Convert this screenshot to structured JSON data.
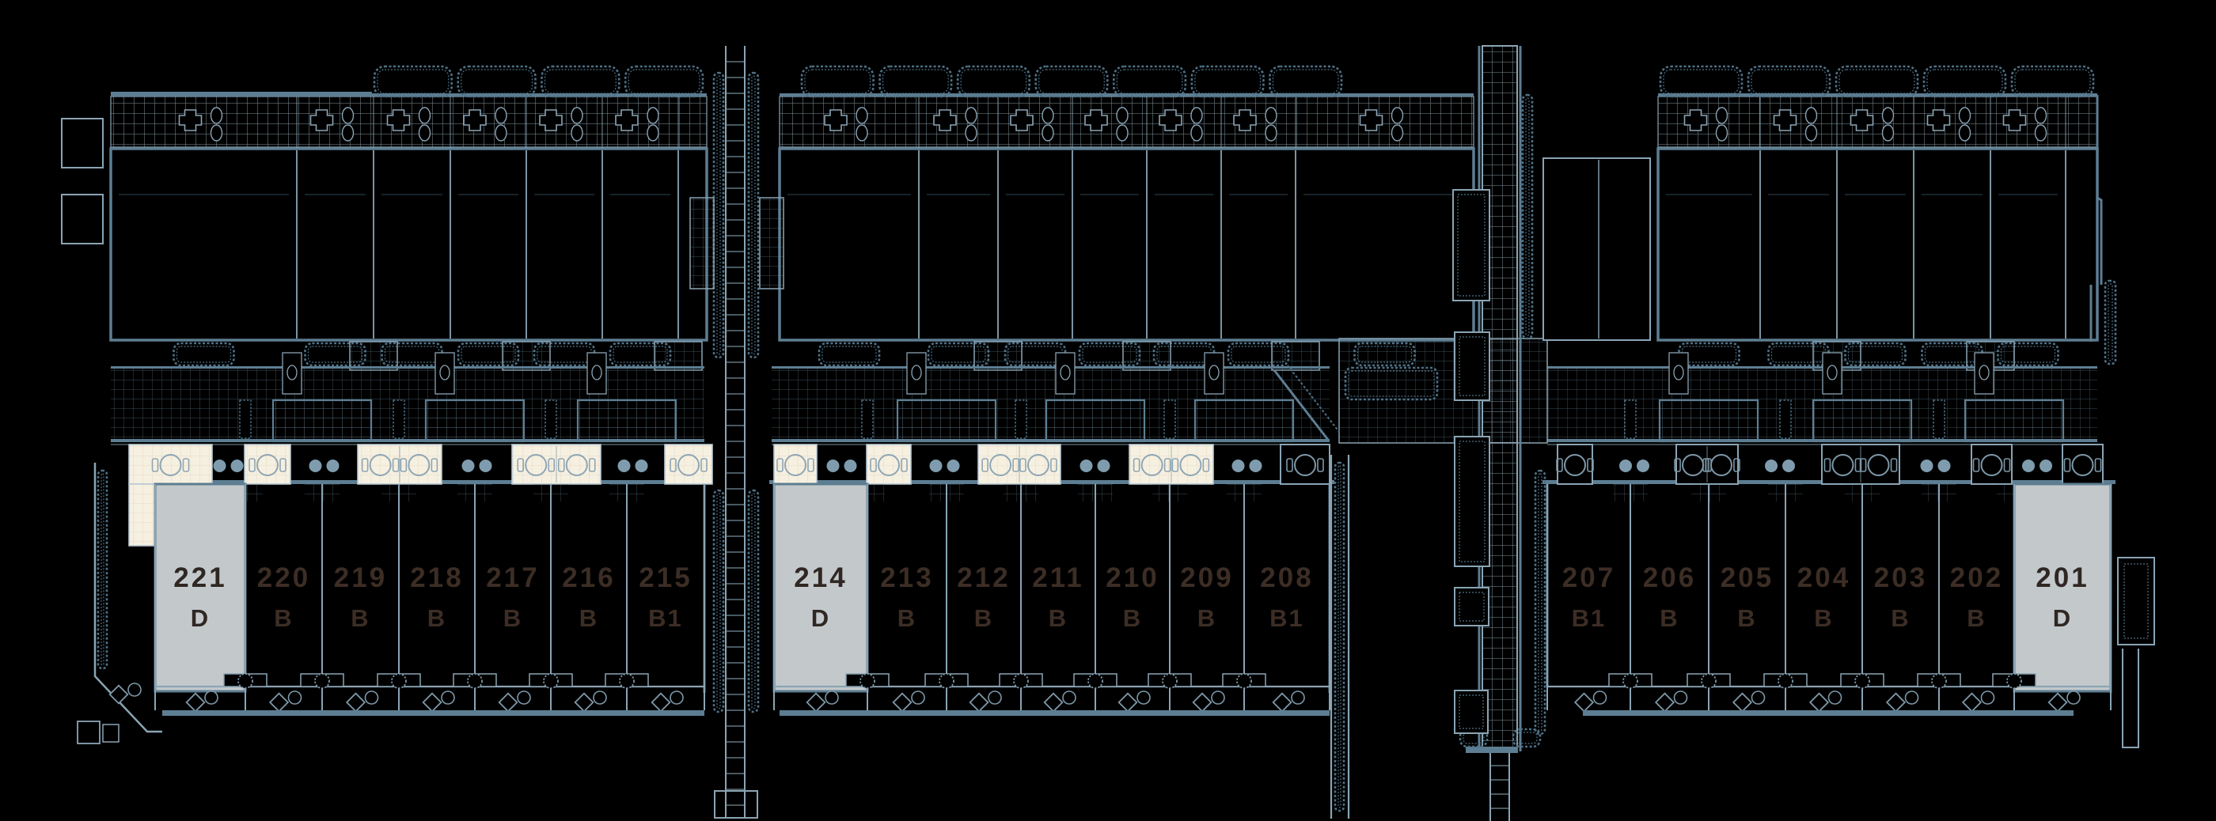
{
  "colors": {
    "background": "#000000",
    "wall_heavy": "#5d7e92",
    "wall_light": "#8aa4b4",
    "hatch_line": "#6f8ea0",
    "hatch_dense": "#a3b8c4",
    "hedge": "#4e7085",
    "dot": "#7f9cae",
    "patio_beige": "#f6f0e1",
    "patio_beige_grid": "#e4dbc6",
    "patio_stroke": "#b9c8d2",
    "selected_unit_fill": "#c3c8cb",
    "label_on_black": "#3c2d25",
    "label_on_gray": "#2f2723"
  },
  "floorplan": {
    "blocks": [
      {
        "id": "west-wing",
        "corridor_x": [
          140,
          890
        ],
        "upper_row": {
          "x": [
            140,
            893
          ],
          "hedge_x": [
            470,
            893
          ]
        },
        "patios": [
          {
            "x": [
              163,
              268
            ],
            "style": "beige",
            "tables": 1,
            "arm": true
          },
          {
            "x": [
              309,
              367
            ],
            "style": "beige",
            "tables": 1
          },
          {
            "x": [
              452,
              558
            ],
            "style": "beige",
            "tables": 2
          },
          {
            "x": [
              647,
              759
            ],
            "style": "beige",
            "tables": 2
          },
          {
            "x": [
              840,
              900
            ],
            "style": "beige",
            "tables": 1
          }
        ],
        "units": [
          {
            "number": "221",
            "type": "D",
            "selected": true,
            "x": [
              196,
              310
            ]
          },
          {
            "number": "220",
            "type": "B",
            "selected": false,
            "x": [
              310,
              407
            ]
          },
          {
            "number": "219",
            "type": "B",
            "selected": false,
            "x": [
              407,
              504
            ]
          },
          {
            "number": "218",
            "type": "B",
            "selected": false,
            "x": [
              504,
              600
            ]
          },
          {
            "number": "217",
            "type": "B",
            "selected": false,
            "x": [
              600,
              696
            ]
          },
          {
            "number": "216",
            "type": "B",
            "selected": false,
            "x": [
              696,
              792
            ]
          },
          {
            "number": "215",
            "type": "B1",
            "selected": false,
            "x": [
              792,
              890
            ]
          }
        ]
      },
      {
        "id": "center-wing",
        "corridor_x": [
          975,
          1680
        ],
        "upper_row": {
          "x": [
            985,
            1862
          ],
          "hedge_x": [
            1010,
            1700
          ]
        },
        "patios": [
          {
            "x": [
              978,
              1032
            ],
            "style": "beige",
            "tables": 1
          },
          {
            "x": [
              1095,
              1151
            ],
            "style": "beige",
            "tables": 1
          },
          {
            "x": [
              1236,
              1340
            ],
            "style": "beige",
            "tables": 2
          },
          {
            "x": [
              1427,
              1533
            ],
            "style": "beige",
            "tables": 2
          },
          {
            "x": [
              1618,
              1680
            ],
            "style": "outline",
            "tables": 1
          }
        ],
        "units": [
          {
            "number": "214",
            "type": "D",
            "selected": true,
            "x": [
              978,
              1096
            ]
          },
          {
            "number": "213",
            "type": "B",
            "selected": false,
            "x": [
              1096,
              1196
            ]
          },
          {
            "number": "212",
            "type": "B",
            "selected": false,
            "x": [
              1196,
              1290
            ]
          },
          {
            "number": "211",
            "type": "B",
            "selected": false,
            "x": [
              1290,
              1384
            ]
          },
          {
            "number": "210",
            "type": "B",
            "selected": false,
            "x": [
              1384,
              1478
            ]
          },
          {
            "number": "209",
            "type": "B",
            "selected": false,
            "x": [
              1478,
              1572
            ]
          },
          {
            "number": "208",
            "type": "B1",
            "selected": false,
            "x": [
              1572,
              1680
            ]
          }
        ]
      },
      {
        "id": "east-wing",
        "corridor_x": [
          1955,
          2650
        ],
        "upper_row": {
          "x": [
            2095,
            2650
          ],
          "hedge_x": [
            2095,
            2650
          ]
        },
        "patios": [
          {
            "x": [
              1968,
              2012
            ],
            "style": "outline",
            "tables": 1
          },
          {
            "x": [
              2118,
              2196
            ],
            "style": "outline",
            "tables": 2
          },
          {
            "x": [
              2302,
              2400
            ],
            "style": "outline",
            "tables": 2
          },
          {
            "x": [
              2491,
              2542
            ],
            "style": "outline",
            "tables": 1
          },
          {
            "x": [
              2606,
              2657
            ],
            "style": "outline",
            "tables": 1
          }
        ],
        "units": [
          {
            "number": "207",
            "type": "B1",
            "selected": false,
            "x": [
              1955,
              2060
            ]
          },
          {
            "number": "206",
            "type": "B",
            "selected": false,
            "x": [
              2060,
              2159
            ]
          },
          {
            "number": "205",
            "type": "B",
            "selected": false,
            "x": [
              2159,
              2256
            ]
          },
          {
            "number": "204",
            "type": "B",
            "selected": false,
            "x": [
              2256,
              2353
            ]
          },
          {
            "number": "203",
            "type": "B",
            "selected": false,
            "x": [
              2353,
              2450
            ]
          },
          {
            "number": "202",
            "type": "B",
            "selected": false,
            "x": [
              2450,
              2545
            ]
          },
          {
            "number": "201",
            "type": "D",
            "selected": true,
            "x": [
              2545,
              2667
            ]
          }
        ]
      }
    ]
  }
}
